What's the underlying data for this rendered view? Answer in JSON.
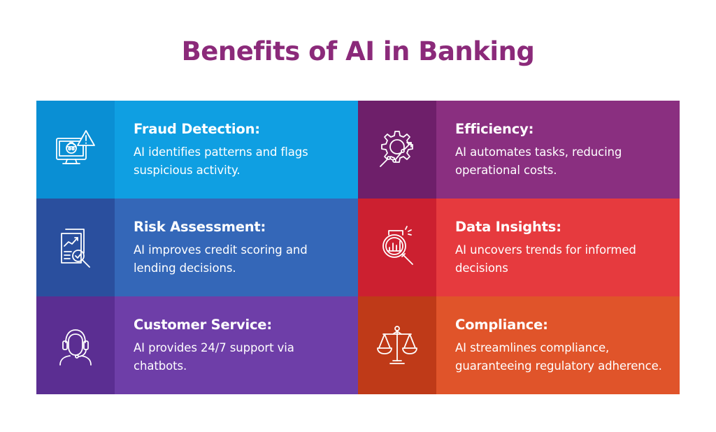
{
  "title": "Benefits of AI in Banking",
  "cards": [
    {
      "heading": "Fraud Detection:",
      "description": "AI identifies patterns and flags suspicious activity.",
      "icon": "monitor-hacker-alert-icon",
      "icon_bg": "#0a8fd4",
      "text_bg": "#0f9fe2"
    },
    {
      "heading": "Efficiency:",
      "description": "AI automates tasks, reducing operational costs.",
      "icon": "gear-growth-icon",
      "icon_bg": "#6e1f6a",
      "text_bg": "#8a2f80"
    },
    {
      "heading": "Risk Assessment:",
      "description": "AI improves credit scoring and lending decisions.",
      "icon": "report-magnifier-icon",
      "icon_bg": "#2a4f9e",
      "text_bg": "#3467b8"
    },
    {
      "heading": "Data Insights:",
      "description": "AI uncovers trends for informed decisions",
      "icon": "chart-magnifier-icon",
      "icon_bg": "#cc2030",
      "text_bg": "#e63a3e"
    },
    {
      "heading": "Customer Service:",
      "description": "AI provides 24/7 support via chatbots.",
      "icon": "headset-agent-icon",
      "icon_bg": "#5b2e92",
      "text_bg": "#6e3ea8"
    },
    {
      "heading": "Compliance:",
      "description": "AI streamlines compliance, guaranteeing regulatory adherence.",
      "icon": "balance-scale-icon",
      "icon_bg": "#bf3a18",
      "text_bg": "#e0542a"
    }
  ]
}
